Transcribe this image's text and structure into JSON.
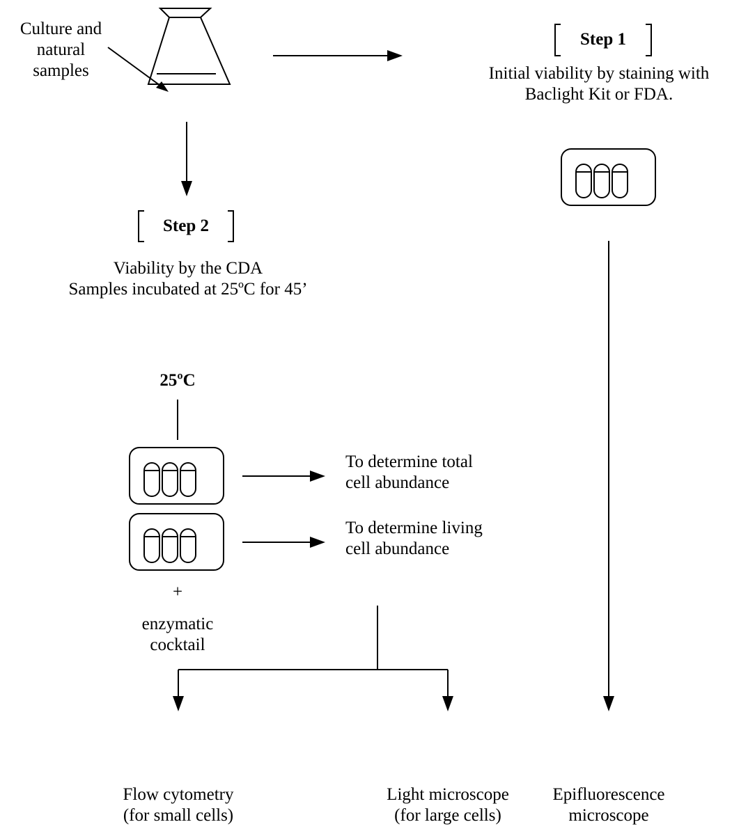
{
  "sample_label": [
    "Culture and",
    "natural",
    "samples"
  ],
  "step1": {
    "label": "Step 1",
    "description": [
      "Initial viability by staining with",
      "Baclight Kit  or FDA."
    ]
  },
  "step2": {
    "label": "Step 2",
    "description": [
      "Viability by the CDA",
      "Samples incubated at 25ºC for 45’"
    ]
  },
  "temperature": "25ºC",
  "tray_total_label": [
    "To determine total",
    "cell  abundance"
  ],
  "tray_living_label": [
    "To determine living",
    "cell  abundance"
  ],
  "plus": "+",
  "enzyme_label": [
    "enzymatic",
    "cocktail"
  ],
  "outputs": {
    "flow": [
      "Flow cytometry",
      "(for small cells)"
    ],
    "light": [
      "Light microscope",
      "(for large cells)"
    ],
    "epi": [
      "Epifluorescence",
      "microscope"
    ]
  }
}
